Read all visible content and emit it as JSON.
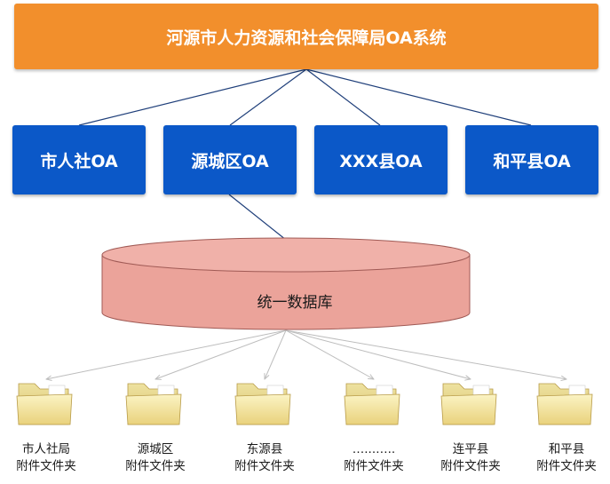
{
  "title": "河源市人力资源和社会保障局OA系统",
  "oa_systems": [
    "市人社OA",
    "源城区OA",
    "XXX县OA",
    "和平县OA"
  ],
  "database": "统一数据库",
  "folders": [
    {
      "line1": "市人社局",
      "line2": "附件文件夹"
    },
    {
      "line1": "源城区",
      "line2": "附件文件夹"
    },
    {
      "line1": "东源县",
      "line2": "附件文件夹"
    },
    {
      "line1": "…...…..",
      "line2": "附件文件夹"
    },
    {
      "line1": "连平县",
      "line2": "附件文件夹"
    },
    {
      "line1": "和平县",
      "line2": "附件文件夹"
    }
  ],
  "colors": {
    "top_box": "#f28f2c",
    "oa_box": "#0b58c8",
    "database_fill": "#eba39a",
    "connector": "#1f3f7a",
    "arrow": "#bdbdbd",
    "folder": "#f2e49a"
  }
}
